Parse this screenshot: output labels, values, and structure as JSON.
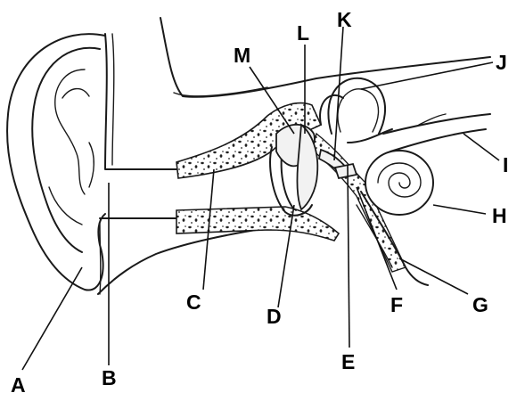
{
  "labels": {
    "A": "A",
    "B": "B",
    "C": "C",
    "D": "D",
    "E": "E",
    "F": "F",
    "G": "G",
    "H": "H",
    "I": "I",
    "J": "J",
    "K": "K",
    "L": "L",
    "M": "M"
  },
  "colors": {
    "line": "#1a1a1a",
    "label": "#000000",
    "background": "#ffffff"
  }
}
